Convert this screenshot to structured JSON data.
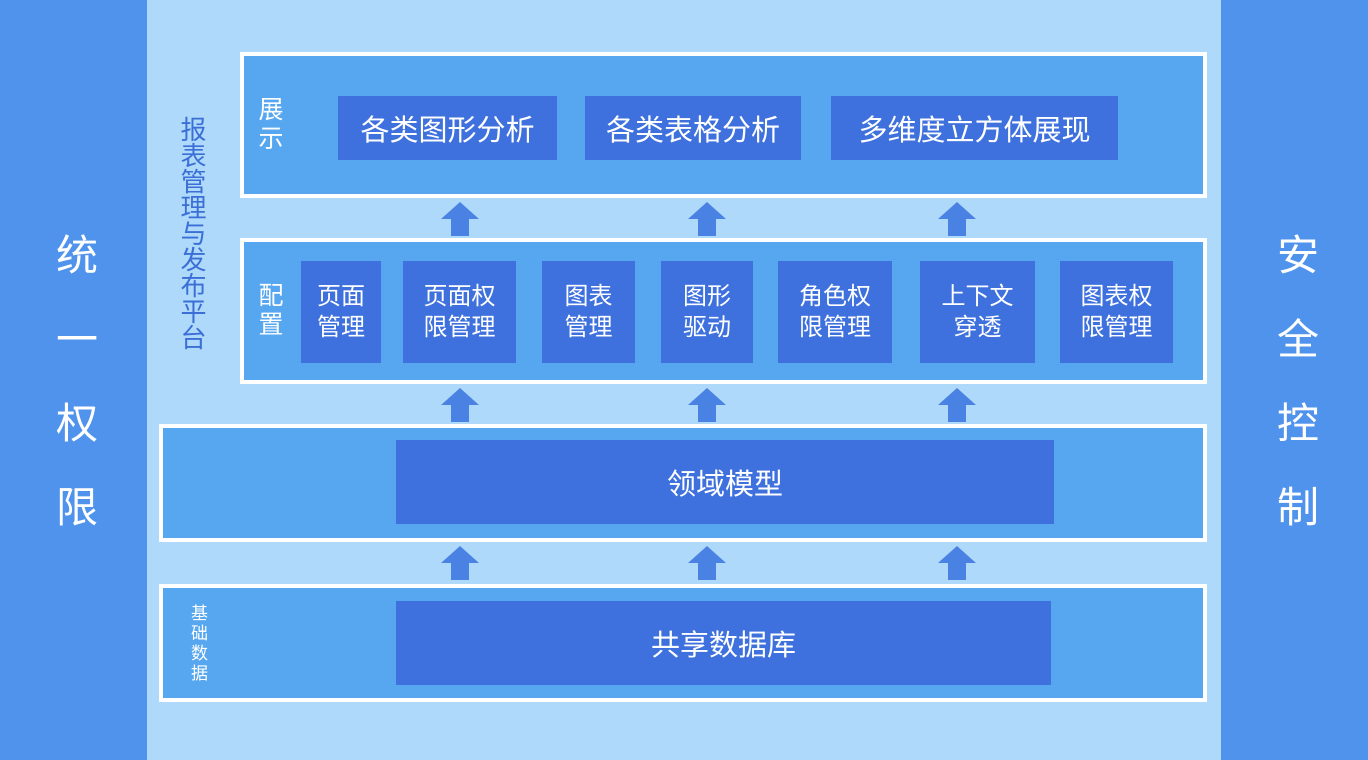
{
  "banners": {
    "left": "统一权限",
    "right": "安全控制"
  },
  "platform_label": "报表管理与发布平台",
  "layers": [
    {
      "label": "展示",
      "boxes": [
        "各类图形分析",
        "各类表格分析",
        "多维度立方体展现"
      ]
    },
    {
      "label": "配置",
      "boxes": [
        "页面\n管理",
        "页面权\n限管理",
        "图表\n管理",
        "图形\n驱动",
        "角色权\n限管理",
        "上下文\n穿透",
        "图表权\n限管理"
      ]
    },
    {
      "label": "",
      "boxes": [
        "领域模型"
      ]
    },
    {
      "label": "基础数据",
      "boxes": [
        "共享数据库"
      ]
    }
  ],
  "colors": {
    "banner-blue": "#4f93ec",
    "panel-blue": "#56a6f0",
    "box-blue": "#3e71dd",
    "arrow-blue": "#4a82e4",
    "bg-light": "#aed9fb",
    "label-blue": "#3b6fd6"
  }
}
